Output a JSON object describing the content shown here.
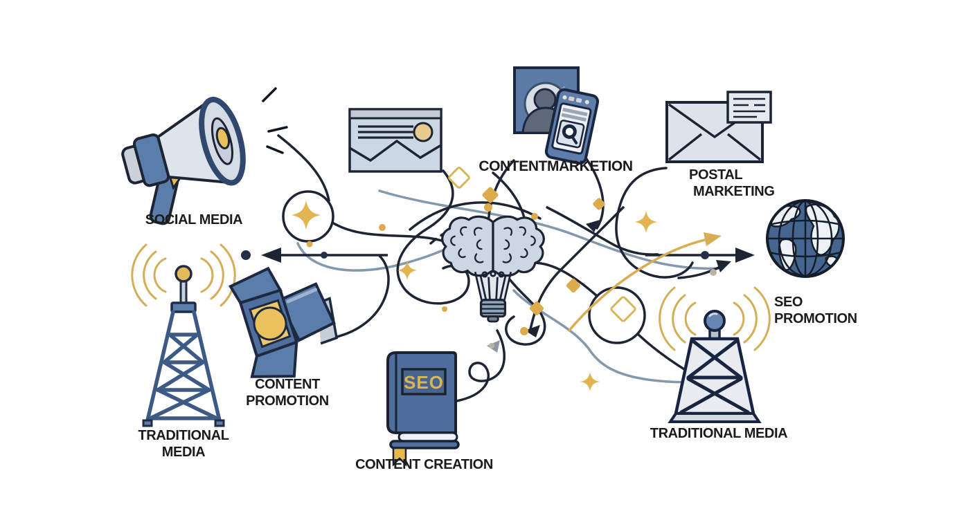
{
  "figure": {
    "type": "marketing-channels-diagram",
    "center_icon": "brain-lightbulb-icon",
    "description_of_flow": "tangled lines between channel icons with left and right arrows"
  },
  "colors": {
    "background": "#ffffff",
    "line_dark": "#1d2433",
    "line_steel": "#8299ad",
    "accent_gold": "#dcab4e",
    "icon_blue": "#5b7da9",
    "icon_navy": "#31486e",
    "fill_light": "#dce3ea",
    "label_text": "#1b1b1b"
  },
  "nodes": {
    "social_media": {
      "icon": "megaphone-icon",
      "label": "SOCIAL MEDIA"
    },
    "newsletter": {
      "icon": "newsletter-card-icon",
      "label": ""
    },
    "content_marketion": {
      "icon": "photo-and-phone-icon",
      "label": "CONTENTMARKETION"
    },
    "postal_marketing": {
      "icon": "envelope-icon",
      "line1": "POSTAL",
      "line2": "MARKETING"
    },
    "seo_promotion": {
      "icon": "globe-icon",
      "line1": "SEO",
      "line2": "PROMOTION"
    },
    "traditional_media_left": {
      "icon": "radio-tower-icon",
      "line1": "TRADITIONAL",
      "line2": "MEDIA"
    },
    "content_promotion": {
      "icon": "spotlight-icon",
      "line1": "CONTENT",
      "line2": "PROMOTION"
    },
    "content_creation": {
      "icon": "seo-book-icon",
      "label": "CONTENT CREATION",
      "book_text": "SEO"
    },
    "traditional_media_right": {
      "icon": "broadcast-tower-icon",
      "label": "TRADITIONAL MEDIA"
    }
  },
  "decorations": {
    "sparkles": "gold four-point stars",
    "diamonds": "gold filled and outlined diamonds",
    "dots": "navy, gold and grey dots on lines",
    "arrows": "left black arrow, right black arrow, gold curved arrow, small black arrow"
  }
}
